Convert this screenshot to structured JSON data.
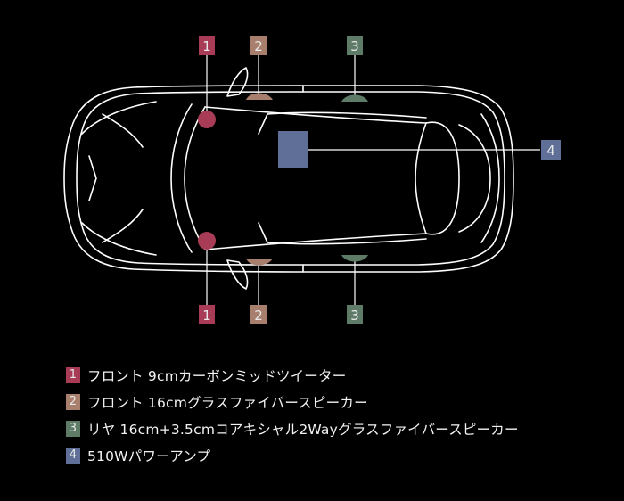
{
  "colors": {
    "speaker1": "#a83c56",
    "speaker2": "#a87e6c",
    "speaker3": "#5d7b66",
    "amp": "#5f6f97",
    "outline": "#ffffff",
    "background": "#000000"
  },
  "badges": {
    "b1": "1",
    "b2": "2",
    "b3": "3",
    "b4": "4"
  },
  "legend": [
    {
      "num": "1",
      "text": "フロント 9cmカーボンミッドツイーター"
    },
    {
      "num": "2",
      "text": "フロント 16cmグラスファイバースピーカー"
    },
    {
      "num": "3",
      "text": "リヤ 16cm+3.5cmコアキシャル2Wayグラスファイバースピーカー"
    },
    {
      "num": "4",
      "text": "510Wパワーアンプ"
    }
  ]
}
